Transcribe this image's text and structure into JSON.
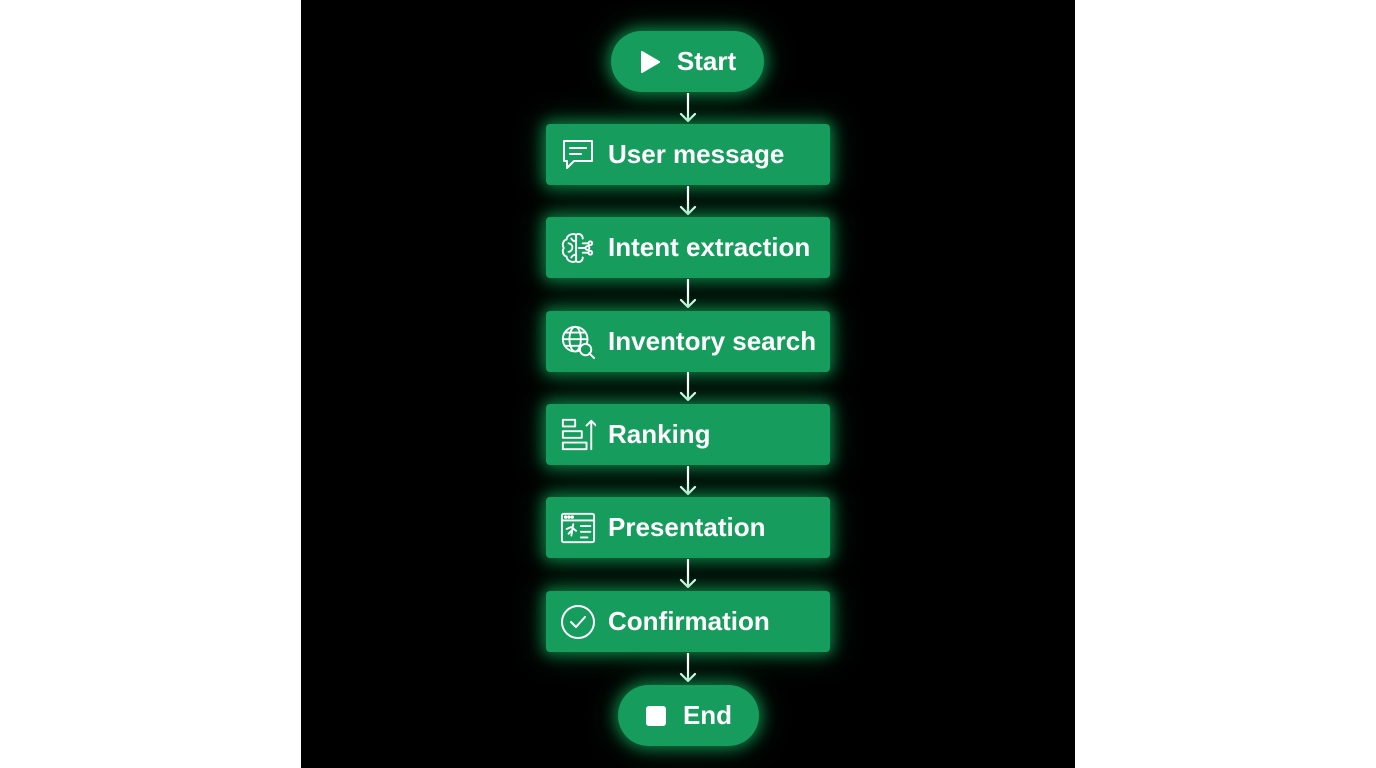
{
  "flow": {
    "start": {
      "label": "Start",
      "icon": "play-icon"
    },
    "steps": [
      {
        "label": "User message",
        "icon": "chat-bubble-icon"
      },
      {
        "label": "Intent extraction",
        "icon": "brain-icon"
      },
      {
        "label": "Inventory search",
        "icon": "globe-search-icon"
      },
      {
        "label": "Ranking",
        "icon": "ranking-bars-icon"
      },
      {
        "label": "Presentation",
        "icon": "browser-window-icon"
      },
      {
        "label": "Confirmation",
        "icon": "check-circle-icon"
      }
    ],
    "end": {
      "label": "End",
      "icon": "stop-icon"
    }
  },
  "colors": {
    "background": "#000000",
    "node_fill": "#169c5d",
    "glow": "#18c86e",
    "text": "#ffffff",
    "arrow": "#ffffff"
  }
}
